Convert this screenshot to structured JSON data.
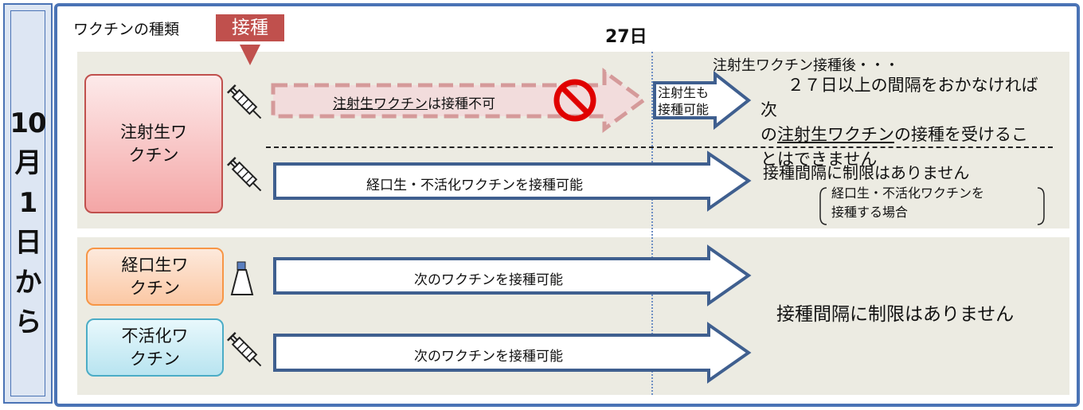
{
  "left_banner": {
    "chars": [
      "10",
      "月",
      "1",
      "日",
      "から"
    ]
  },
  "header": {
    "vaccine_type_label": "ワクチンの種類",
    "inoculation_badge": "接種",
    "day_label": "27日"
  },
  "vaccines": {
    "live_injection": "注射生ワクチン",
    "oral_live": "経口生ワクチン",
    "inactivated": "不活化ワクチン"
  },
  "arrows": {
    "live_blocked_underlined": "注射生ワクチン",
    "live_blocked_rest": "は接種不可",
    "live_possible_line1": "注射生も",
    "live_possible_line2": "接種可能",
    "oral_inact_possible": "経口生・不活化ワクチンを接種可能",
    "next_possible_oral": "次のワクチンを接種可能",
    "next_possible_inact": "次のワクチンを接種可能"
  },
  "notes": {
    "after_live_title": "注射生ワクチン接種後・・・",
    "after_live_body_1": "２７日以上の間隔をおかなければ次",
    "after_live_body_2_pre": "の",
    "after_live_body_2_u": "注射生ワクチン",
    "after_live_body_2_post": "の接種を受けるこ",
    "after_live_body_3": "とはできません",
    "no_limit_1": "接種間隔に制限はありません",
    "no_limit_note_1": "経口生・不活化ワクチンを",
    "no_limit_note_2": "接種する場合",
    "no_limit_2": "接種間隔に制限はありません"
  },
  "icons": [
    "syringe-icon",
    "no-entry-icon",
    "oral-vaccine-bottle-icon"
  ],
  "colors": {
    "frame": "#4a73b5",
    "badge": "#c0504d",
    "arrow_border": "#3f5f8f",
    "blocked_arrow": "#d59a9a",
    "no_entry": "#e00000"
  }
}
